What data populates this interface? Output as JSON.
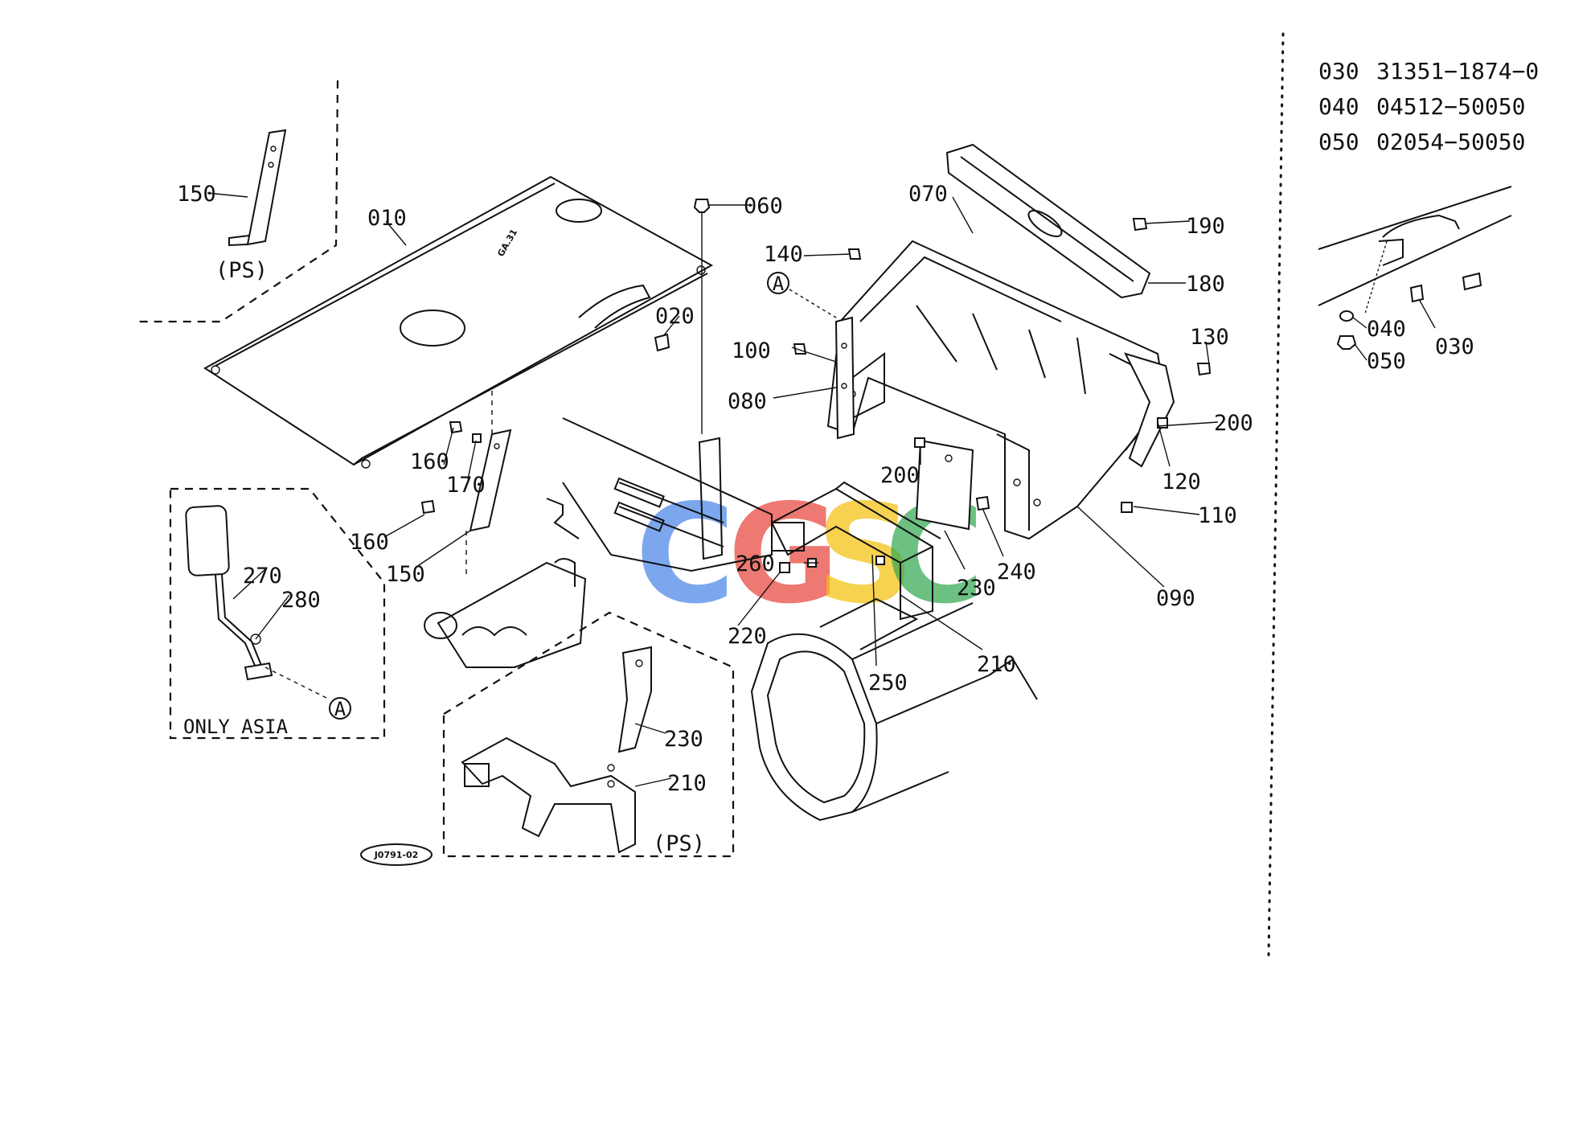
{
  "parts_table": [
    {
      "ref": "030",
      "part_no": "31351−1874−0"
    },
    {
      "ref": "040",
      "part_no": "04512−50050"
    },
    {
      "ref": "050",
      "part_no": "02054−50050"
    }
  ],
  "callouts": {
    "c010": "010",
    "c020": "020",
    "c060": "060",
    "c070": "070",
    "c080": "080",
    "c090": "090",
    "c100": "100",
    "c110": "110",
    "c120": "120",
    "c130": "130",
    "c140": "140",
    "c150a": "150",
    "c150b": "150",
    "c160a": "160",
    "c160b": "160",
    "c170": "170",
    "c180": "180",
    "c190": "190",
    "c200a": "200",
    "c200b": "200",
    "c210a": "210",
    "c210b": "210",
    "c220": "220",
    "c230a": "230",
    "c230b": "230",
    "c240": "240",
    "c250": "250",
    "c260": "260",
    "c270": "270",
    "c280": "280",
    "c030_detail": "030",
    "c040_detail": "040",
    "c050_detail": "050"
  },
  "variant_notes": {
    "ps_top": "(PS)",
    "ps_bottom": "(PS)",
    "only_asia": "ONLY ASIA"
  },
  "reference_markers": {
    "marker_a_top": "A",
    "marker_a_box": "A"
  },
  "drawing_code": "J0791-02",
  "watermark": {
    "letters": [
      "C",
      "G",
      "S",
      "C"
    ],
    "colors": [
      "#4a86e8",
      "#e8453c",
      "#f4c20d",
      "#34a853"
    ]
  }
}
